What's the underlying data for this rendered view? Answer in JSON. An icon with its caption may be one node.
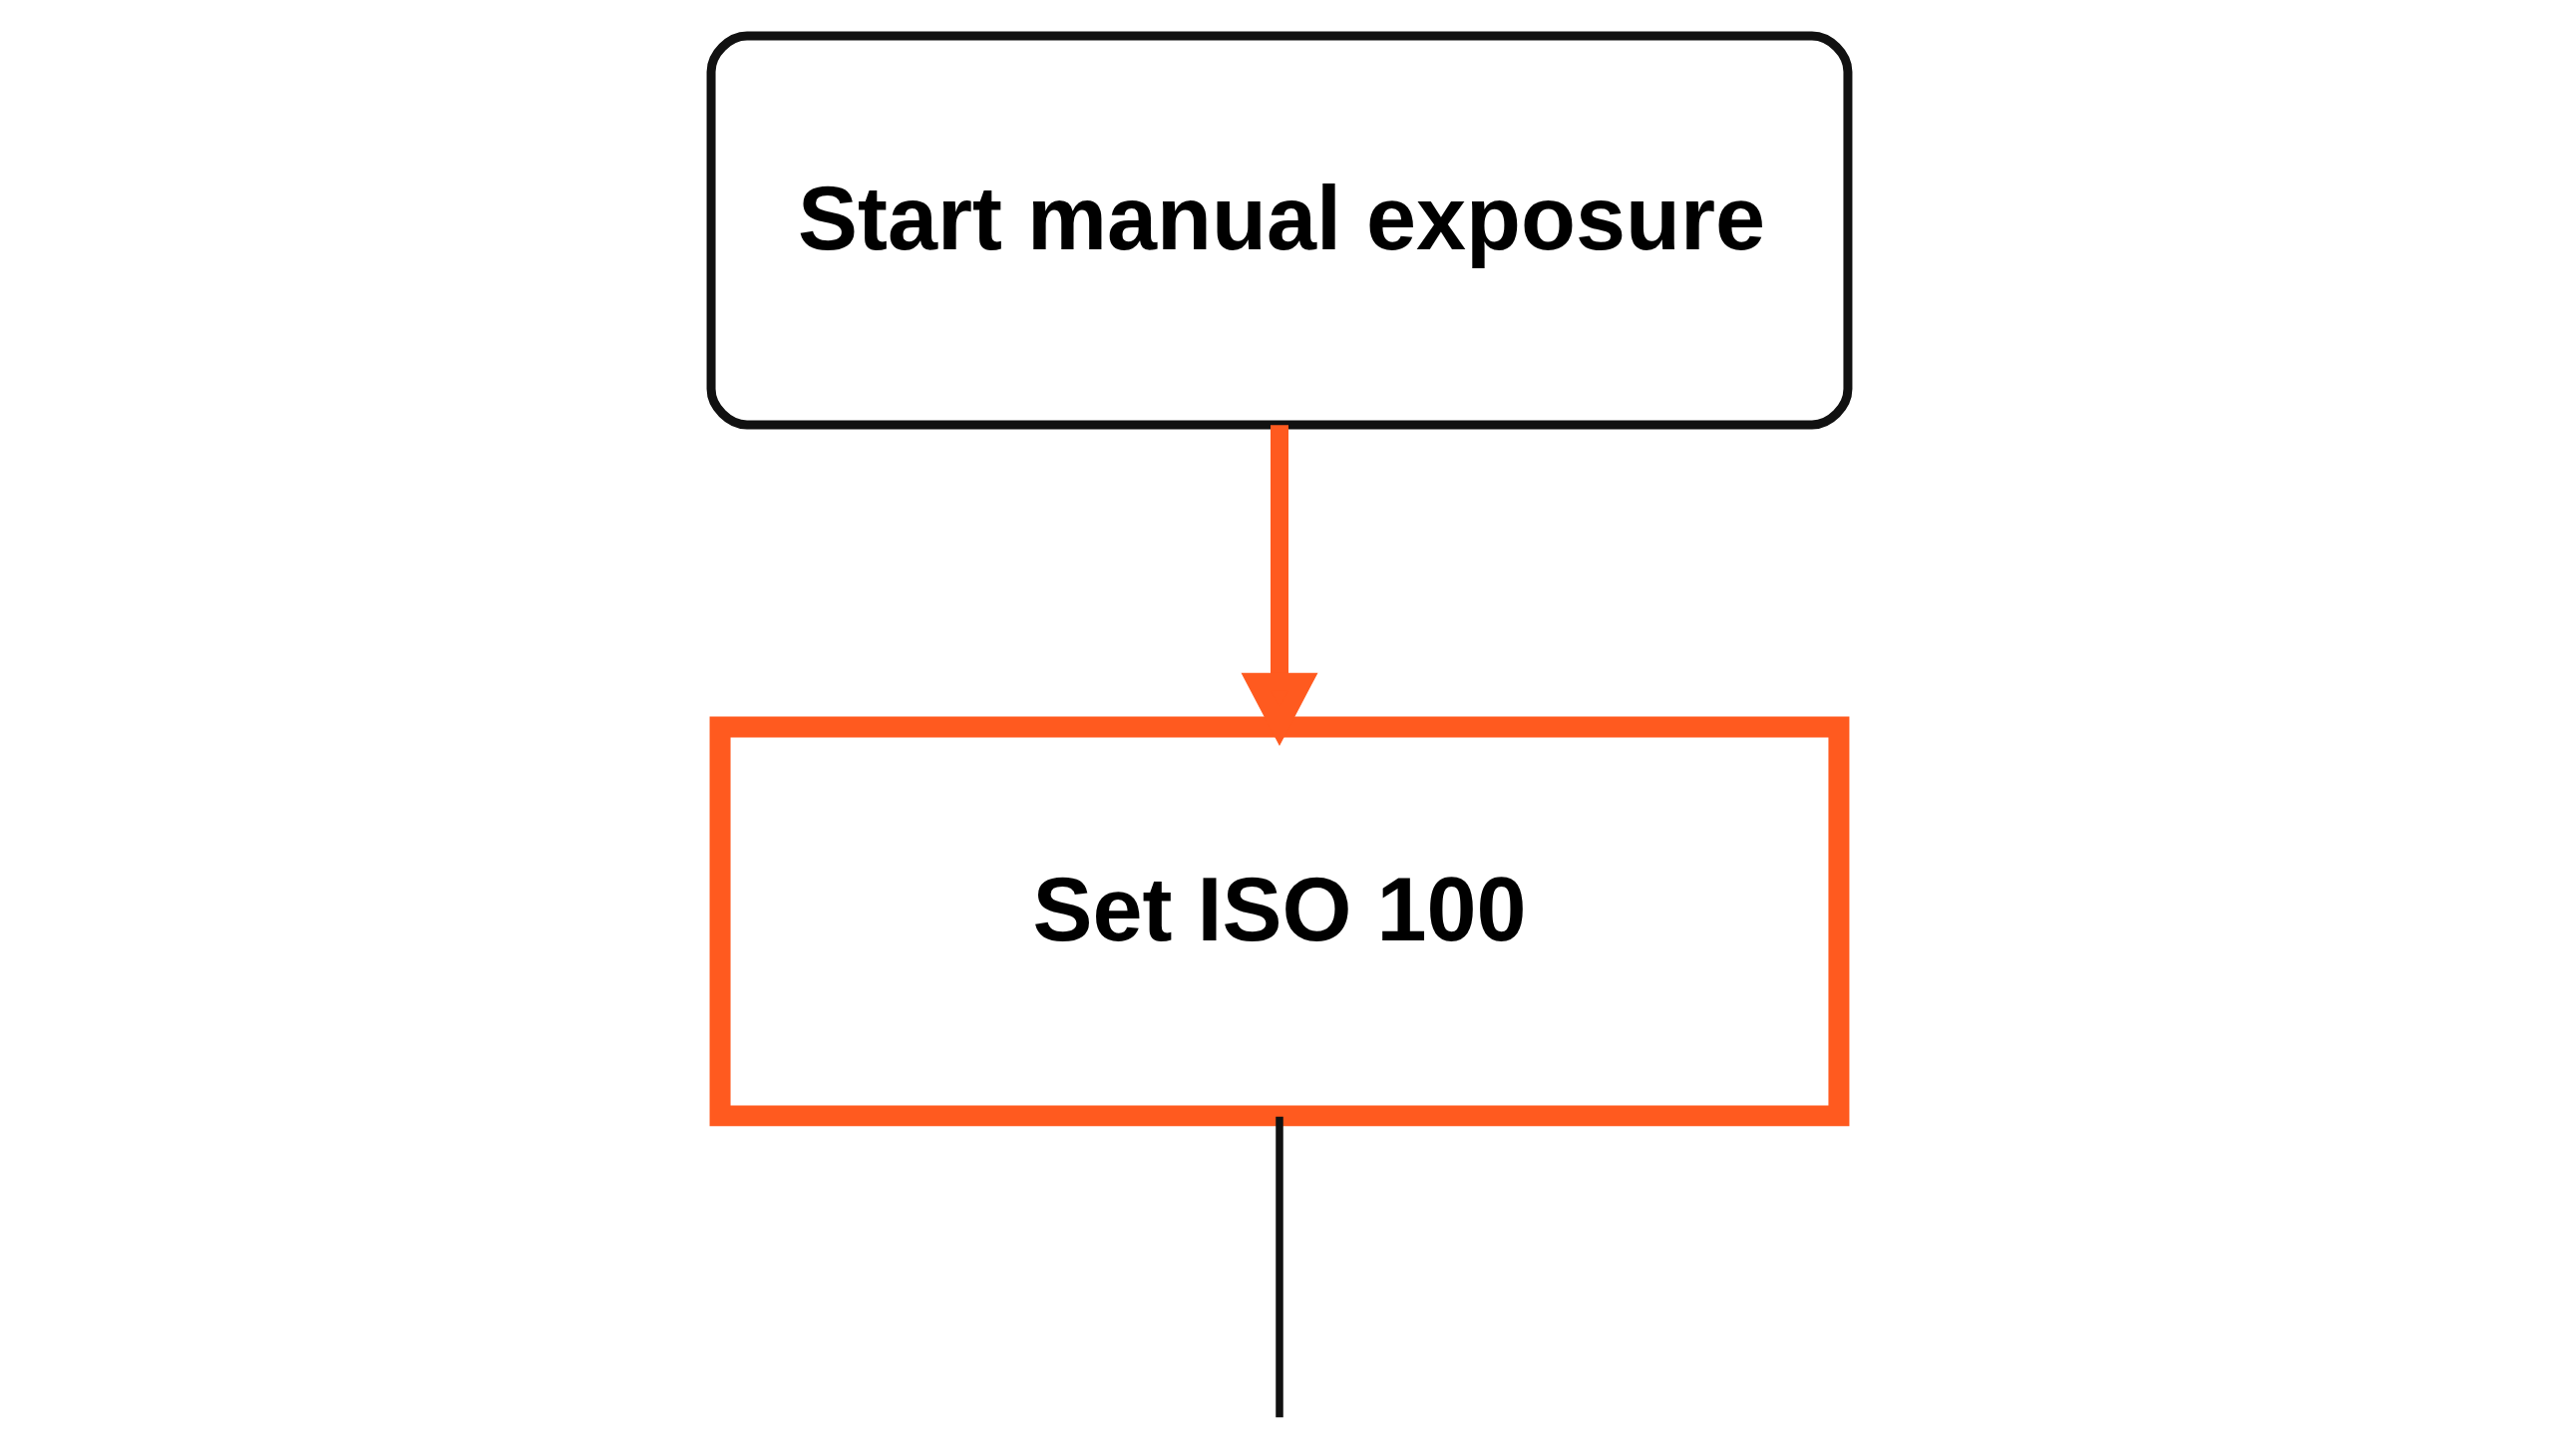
{
  "diagram": {
    "nodes": [
      {
        "text": [
          "Start manual exposure"
        ]
      },
      {
        "text": [
          "Set ISO 100"
        ]
      }
    ],
    "edges": [
      {
        "from": 0,
        "to": 1,
        "arrow": "to",
        "color": "#ff5a1f",
        "style": "thick"
      },
      {
        "from": 1,
        "to": null,
        "arrow": "none",
        "color": "#111111"
      }
    ]
  }
}
